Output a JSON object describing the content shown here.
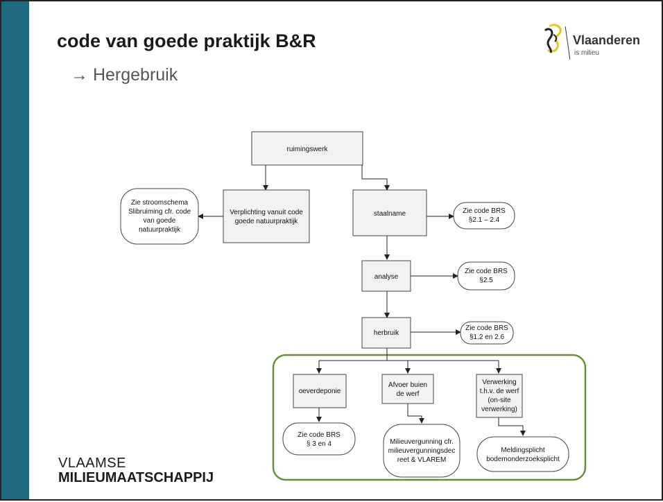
{
  "slide": {
    "title": "code van goede praktijk B&R",
    "subtitle": "→ Hergebruik"
  },
  "logo": {
    "name": "Vlaanderen",
    "tagline": "is milieu"
  },
  "footer": {
    "line1": "VLAAMSE",
    "line2": "MILIEUMAATSCHAPPIJ"
  },
  "colors": {
    "sidebar": "#1d6a80",
    "group_border": "#6b8e3a",
    "box_fill": "#f2f2f2",
    "logo_yellow": "#e6c619"
  },
  "diagram": {
    "nodes": {
      "ruimingswerk": [
        "ruimingswerk"
      ],
      "verplichting": [
        "Verplichting vanuit code",
        "goede natuurpraktijk"
      ],
      "stroomschema": [
        "Zie stroomschema",
        "Slibruiming cfr. code",
        "van goede",
        "natuurpraktijk"
      ],
      "staalname": [
        "staalname"
      ],
      "brs_21": [
        "Zie code BRS",
        "§2.1 – 2.4"
      ],
      "analyse": [
        "analyse"
      ],
      "brs_25": [
        "Zie code BRS",
        "§2.5"
      ],
      "herbruik": [
        "herbruik"
      ],
      "brs_12": [
        "Zie code BRS",
        "§1.2 en 2.6"
      ],
      "oeverdeponie": [
        "oeverdeponie"
      ],
      "afvoer": [
        "Afvoer buien",
        "de werf"
      ],
      "verwerking": [
        "Verwerking",
        "t.h.v. de werf",
        "(on-site",
        "verwerking)"
      ],
      "brs_3": [
        "Zie code BRS",
        "§ 3 en 4"
      ],
      "milieuvergunning": [
        "Milieuvergunning cfr.",
        "milieuvergunningsdec",
        "reet & VLAREM"
      ],
      "meldingsplicht": [
        "Meldingsplicht",
        "bodemonderzoeksplicht"
      ]
    }
  }
}
